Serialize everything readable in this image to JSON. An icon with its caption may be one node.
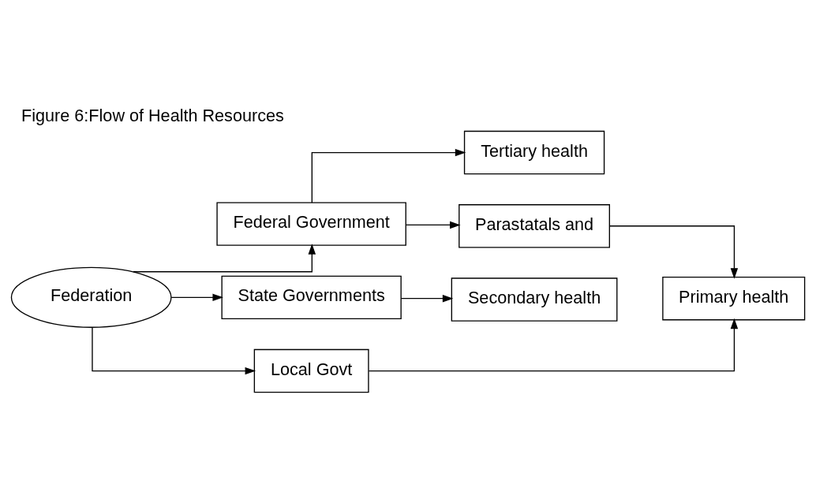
{
  "diagram": {
    "title": "Figure 6:Flow of Health Resources",
    "nodes": [
      {
        "text": [
          "Federation"
        ]
      },
      {
        "text": [
          "Federal Government"
        ]
      },
      {
        "text": [
          "Tertiary health"
        ]
      },
      {
        "text": [
          "Parastatals and"
        ]
      },
      {
        "text": [
          "State Governments"
        ]
      },
      {
        "text": [
          "Secondary health"
        ]
      },
      {
        "text": [
          "Local Govt"
        ]
      },
      {
        "text": [
          "Primary health"
        ]
      }
    ],
    "edges": [
      {
        "from": 0,
        "to": 1,
        "arrow": "to"
      },
      {
        "from": 1,
        "to": 2,
        "arrow": "to"
      },
      {
        "from": 1,
        "to": 3,
        "arrow": "to"
      },
      {
        "from": 0,
        "to": 4,
        "arrow": "to"
      },
      {
        "from": 4,
        "to": 5,
        "arrow": "to"
      },
      {
        "from": 0,
        "to": 6,
        "arrow": "to"
      },
      {
        "from": 6,
        "to": 7,
        "arrow": "to"
      },
      {
        "from": 3,
        "to": 7,
        "arrow": "to"
      }
    ]
  }
}
